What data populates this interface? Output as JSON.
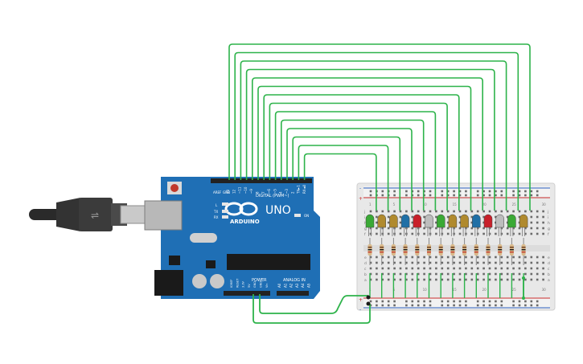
{
  "arduino": {
    "brand": "ARDUINO",
    "model": "UNO",
    "digital_label": "DIGITAL (PWM~)",
    "power_label": "POWER",
    "analog_label": "ANALOG IN",
    "aref": "AREF",
    "gnd": "GND",
    "tx": "TX",
    "rx": "RX",
    "l": "L",
    "on": "ON",
    "digital_pins": [
      "13",
      "12",
      "~11",
      "~10",
      "~9",
      "8",
      "7",
      "~6",
      "~5",
      "4",
      "~3",
      "2",
      "TX►1",
      "RX◄0"
    ],
    "power_pins": [
      "IOREF",
      "RESET",
      "3.3V",
      "5V",
      "GND",
      "GND",
      "Vin"
    ],
    "analog_pins": [
      "A0",
      "A1",
      "A2",
      "A3",
      "A4",
      "A5"
    ]
  },
  "breadboard": {
    "row_letters_top": [
      "j",
      "i",
      "h",
      "g",
      "f"
    ],
    "row_letters_bottom": [
      "e",
      "d",
      "c",
      "b",
      "a"
    ],
    "column_numbers": [
      "1",
      "5",
      "10",
      "15",
      "20",
      "25",
      "30"
    ],
    "plus": "+",
    "minus": "-"
  },
  "colors": {
    "wire": "#2db34a",
    "board": "#1f6fb5",
    "breadboard": "#e8e8e8",
    "led_green": "#3aa935",
    "led_yellow": "#d6b21f",
    "led_orange": "#b08a2e",
    "led_red": "#c8202a",
    "led_blue": "#1f6fa6",
    "led_white": "#bdbdbd"
  },
  "leds": [
    "green",
    "orange",
    "orange",
    "blue",
    "red",
    "white",
    "green",
    "orange",
    "orange",
    "blue",
    "red",
    "white",
    "green",
    "orange"
  ]
}
